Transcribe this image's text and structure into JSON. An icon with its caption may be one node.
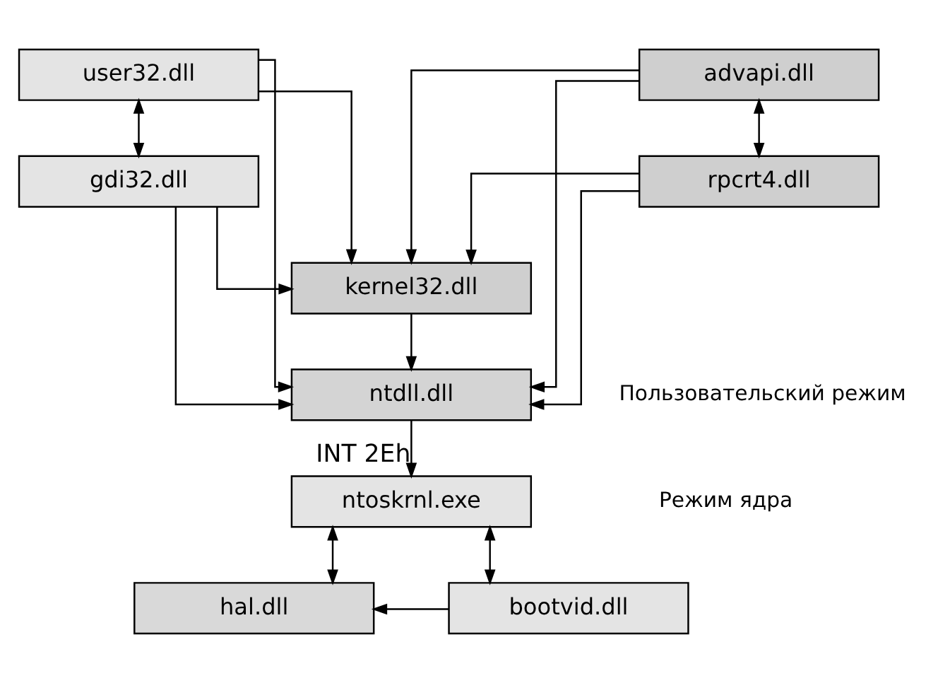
{
  "diagram": {
    "nodes": [
      {
        "text": [
          "user32.dll"
        ]
      },
      {
        "text": [
          "advapi.dll"
        ]
      },
      {
        "text": [
          "gdi32.dll"
        ]
      },
      {
        "text": [
          "rpcrt4.dll"
        ]
      },
      {
        "text": [
          "kernel32.dll"
        ]
      },
      {
        "text": [
          "ntdll.dll"
        ]
      },
      {
        "text": [
          "ntoskrnl.exe"
        ]
      },
      {
        "text": [
          "hal.dll"
        ]
      },
      {
        "text": [
          "bootvid.dll"
        ]
      }
    ],
    "edges": [
      {
        "from": 0,
        "to": 2,
        "arrow": "both"
      },
      {
        "from": 1,
        "to": 3,
        "arrow": "both"
      },
      {
        "from": 2,
        "to": 4,
        "arrow": "to"
      },
      {
        "from": 0,
        "to": 4,
        "arrow": "to"
      },
      {
        "from": 1,
        "to": 4,
        "arrow": "to"
      },
      {
        "from": 3,
        "to": 4,
        "arrow": "to"
      },
      {
        "from": 0,
        "to": 5,
        "arrow": "to"
      },
      {
        "from": 2,
        "to": 5,
        "arrow": "to"
      },
      {
        "from": 4,
        "to": 5,
        "arrow": "to"
      },
      {
        "from": 1,
        "to": 5,
        "arrow": "to"
      },
      {
        "from": 3,
        "to": 5,
        "arrow": "to"
      },
      {
        "from": 5,
        "to": 6,
        "arrow": "to",
        "label": "INT 2Eh"
      },
      {
        "from": 6,
        "to": 7,
        "arrow": "both"
      },
      {
        "from": 6,
        "to": 8,
        "arrow": "both"
      },
      {
        "from": 8,
        "to": 7,
        "arrow": "to"
      }
    ],
    "labels": [
      "Пользовательский режим",
      "Режим ядра"
    ]
  }
}
